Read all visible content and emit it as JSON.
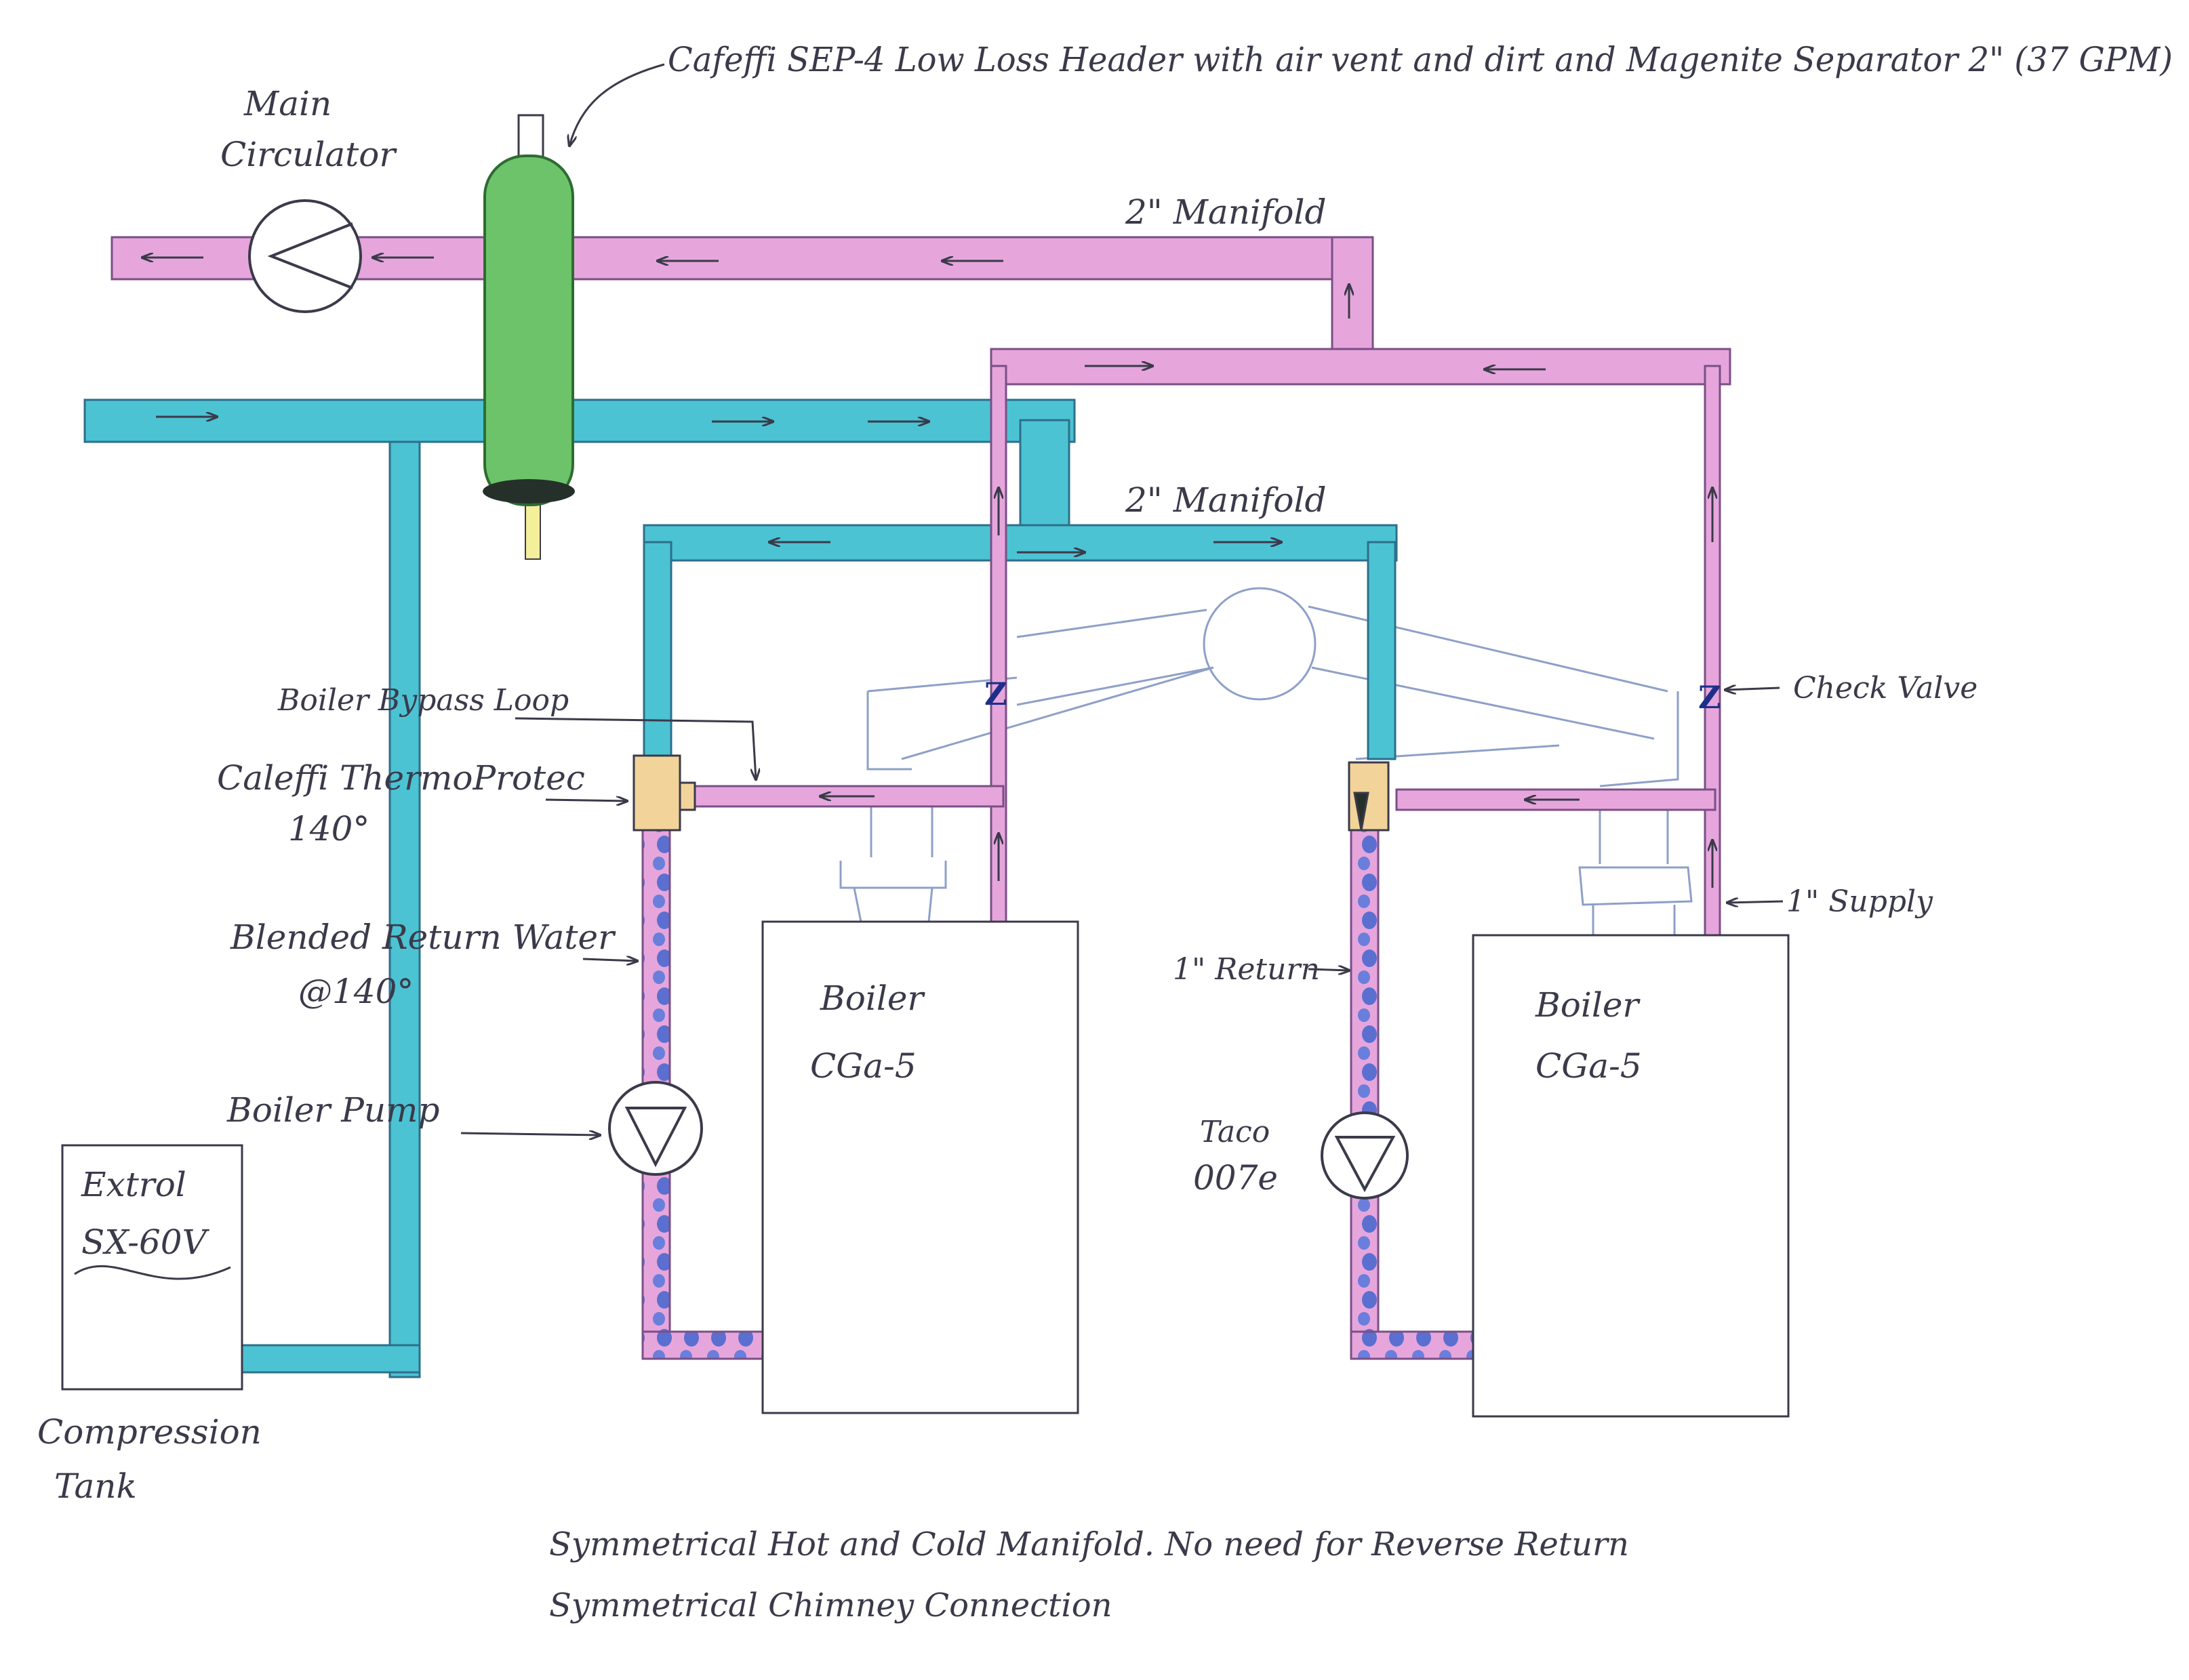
{
  "labels": {
    "header_callout": "Cafeffi SEP-4 Low Loss Header with air vent and dirt and Magenite Separator 2\" (37 GPM)",
    "main_circulator_line1": "Main",
    "main_circulator_line2": "Circulator",
    "manifold_hot": "2\" Manifold",
    "manifold_cold": "2\" Manifold",
    "bypass_loop": "Boiler Bypass Loop",
    "thermoprotec_line1": "Caleffi ThermoProtec",
    "thermoprotec_line2": "140°",
    "blended_line1": "Blended Return Water",
    "blended_line2": "@140°",
    "boiler_pump": "Boiler Pump",
    "tank_line1": "Extrol",
    "tank_line2": "SX-60V",
    "compression_line1": "Compression",
    "compression_line2": "Tank",
    "boiler1_line1": "Boiler",
    "boiler1_line2": "CGa-5",
    "boiler2_line1": "Boiler",
    "boiler2_line2": "CGa-5",
    "return_1in": "1\" Return",
    "supply_1in": "1\" Supply",
    "check_valve": "Check Valve",
    "taco_line1": "Taco",
    "taco_line2": "007e",
    "check_mark": "Z",
    "note_line1": "Symmetrical Hot and Cold Manifold. No need for Reverse Return",
    "note_line2": "Symmetrical Chimney Connection"
  },
  "colors": {
    "hot_pipe": "#e6a6dc",
    "hot_pipe_edge": "#7a4f86",
    "cold_pipe": "#4cc3d3",
    "cold_pipe_edge": "#2d6f8a",
    "header": "#6cc36a",
    "valve": "#f2d39a",
    "ink": "#3a3a4a",
    "sketch_line": "#8ea0c8",
    "return_dots": "#5b6fd0"
  },
  "icons": [
    "circulator-pump-icon",
    "check-valve-icon",
    "arrow-icon"
  ]
}
